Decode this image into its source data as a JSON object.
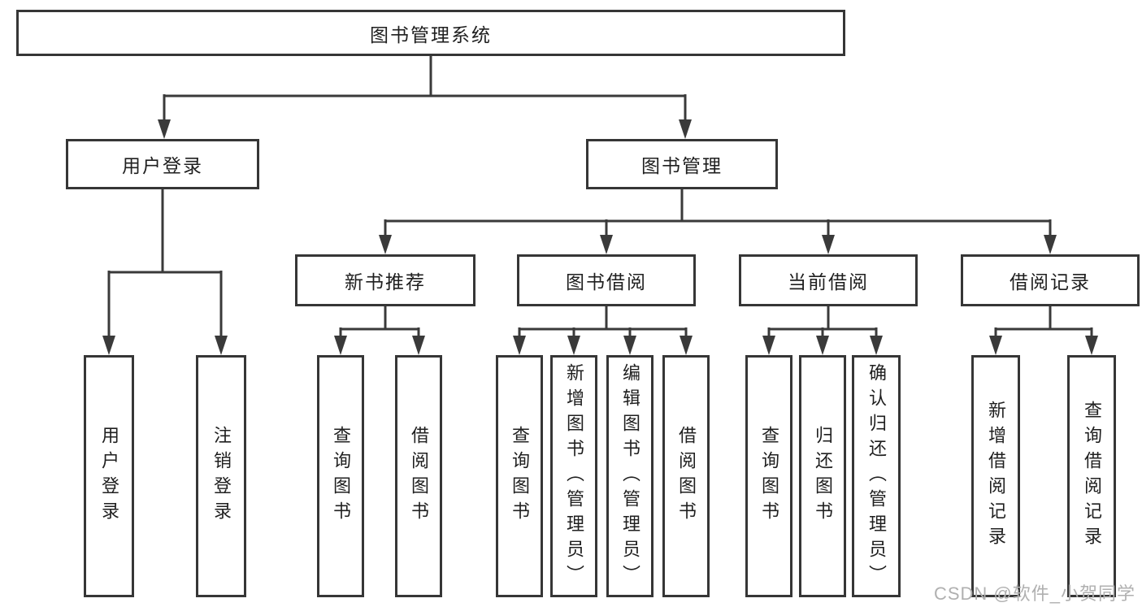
{
  "diagram": {
    "root": {
      "label": "图书管理系统"
    },
    "level2": {
      "user_login": {
        "label": "用户登录"
      },
      "book_mgmt": {
        "label": "图书管理"
      }
    },
    "level3": {
      "new_books": {
        "label": "新书推荐"
      },
      "book_borrow": {
        "label": "图书借阅"
      },
      "current_borrow": {
        "label": "当前借阅"
      },
      "borrow_records": {
        "label": "借阅记录"
      }
    },
    "leaves": {
      "user_login_leaf": "用户登录",
      "logout": "注销登录",
      "nb_query_books": "查询图书",
      "nb_borrow_books": "借阅图书",
      "bb_query_books": "查询图书",
      "bb_add_books": "新增图书（管理员）",
      "bb_edit_books": "编辑图书（管理员）",
      "bb_borrow_books": "借阅图书",
      "cb_query_books": "查询图书",
      "cb_return_books": "归还图书",
      "cb_confirm_return": "确认归还（管理员）",
      "br_add_record": "新增借阅记录",
      "br_query_record": "查询借阅记录"
    }
  },
  "watermark": "CSDN @软件_小贺同学",
  "colors": {
    "box_border": "#363636",
    "connector": "#3a3a3a",
    "text": "#1f1f1f",
    "watermark": "#b0b0b0",
    "background": "#ffffff"
  }
}
